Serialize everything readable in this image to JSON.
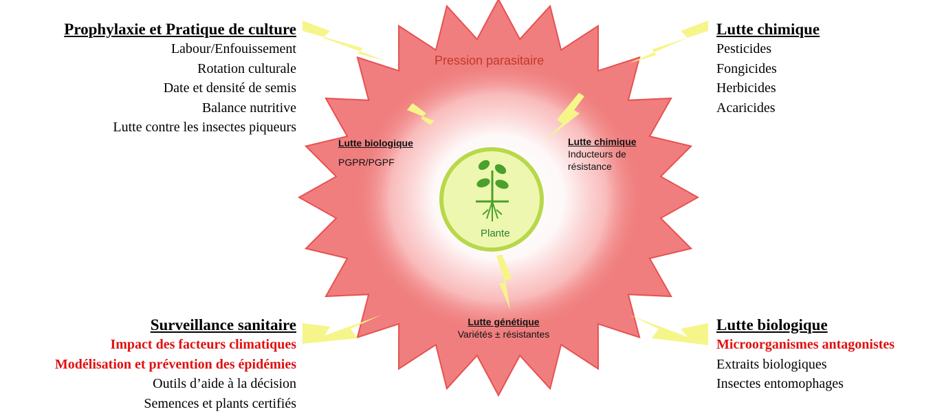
{
  "center": {
    "pressure_label": "Pression parasitaire",
    "plant_label": "Plante"
  },
  "inner_boxes": {
    "bio": {
      "title": "Lutte biologique",
      "lines": [
        "PGPR/PGPF"
      ]
    },
    "chem": {
      "title": "Lutte chimique",
      "lines": [
        "Inducteurs de",
        "résistance"
      ]
    },
    "gen": {
      "title": "Lutte génétique",
      "lines": [
        "Variétés ± résistantes"
      ]
    }
  },
  "outer_blocks": {
    "top_left": {
      "title": "Prophylaxie et Pratique de culture",
      "items": [
        "Labour/Enfouissement",
        "Rotation culturale",
        "Date et densité de semis",
        "Balance nutritive",
        "Lutte contre les insectes piqueurs"
      ]
    },
    "top_right": {
      "title": "Lutte chimique",
      "items": [
        "Pesticides",
        "Fongicides",
        "Herbicides",
        "Acaricides"
      ]
    },
    "bottom_left": {
      "title": "Surveillance sanitaire",
      "items": [
        "Impact des facteurs climatiques",
        "Modélisation et prévention des épidémies",
        "Outils d’aide à la décision",
        "Semences et plants certifiés"
      ],
      "highlighted": [
        true,
        true,
        false,
        false
      ]
    },
    "bottom_right": {
      "title": "Lutte biologique",
      "items": [
        "Microorganismes antagonistes",
        "Extraits biologiques",
        "Insectes entomophages"
      ],
      "highlighted": [
        true,
        false,
        false
      ]
    }
  },
  "colors": {
    "star_fill": "#f07e7e",
    "star_stroke": "#e85050",
    "glow_center": "#ffffff",
    "plant_circle_fill": "#eef7b0",
    "plant_circle_stroke": "#b8d84a",
    "plant_green": "#4aa02a",
    "lightning": "#f6f58a",
    "highlight_red": "#e01010",
    "pressure_text": "#c0392b"
  }
}
